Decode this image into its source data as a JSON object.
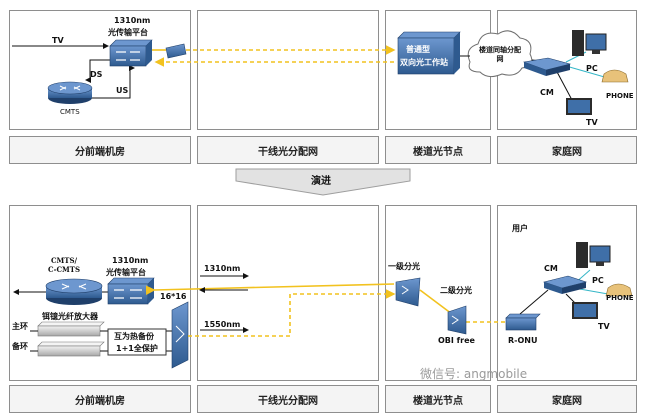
{
  "top": {
    "captions": {
      "headend": "分前端机房",
      "trunk": "干线光分配网",
      "building_node": "楼道光节点",
      "home": "家庭网"
    },
    "labels": {
      "tv": "TV",
      "ds": "DS",
      "us": "US",
      "cmts": "CMTS",
      "platform_line1": "1310nm",
      "platform_line2": "光传输平台",
      "workstation_line1": "普通型",
      "workstation_line2": "双向光工作站",
      "coax_cloud": "楼道同轴分配网",
      "pc": "PC",
      "cm": "CM",
      "phone": "PHONE",
      "home_tv": "TV"
    }
  },
  "arrow_label": "演进",
  "bottom": {
    "captions": {
      "headend": "分前端机房",
      "trunk": "干线光分配网",
      "building_node": "楼道光节点",
      "home": "家庭网"
    },
    "labels": {
      "cmts": "CMTS/\nC-CMTS",
      "platform_line1": "1310nm",
      "platform_line2": "光传输平台",
      "splitter_count": "16*16",
      "edfa": "铒镱光纤放大器",
      "main_ring": "主环",
      "backup_ring": "备环",
      "hot_backup_line1": "互为热备份",
      "hot_backup_line2": "1+1全保护",
      "wl_1310": "1310nm",
      "wl_1550": "1550nm",
      "level1_splitter": "一级分光",
      "level2_splitter": "二级分光",
      "obi_free": "OBI free",
      "r_onu": "R-ONU",
      "user": "用户",
      "cm": "CM",
      "pc": "PC",
      "phone": "PHONE",
      "home_tv": "TV"
    }
  },
  "watermark": "微信号: angmobile",
  "colors": {
    "fiber": "#f2c21f",
    "device_blue": "#3f6fa8",
    "device_dark": "#1f3f6a",
    "panel_border": "#8e8e8e",
    "caption_bg": "#f4f4f4",
    "arrow_fill": "#e2e2e2"
  }
}
